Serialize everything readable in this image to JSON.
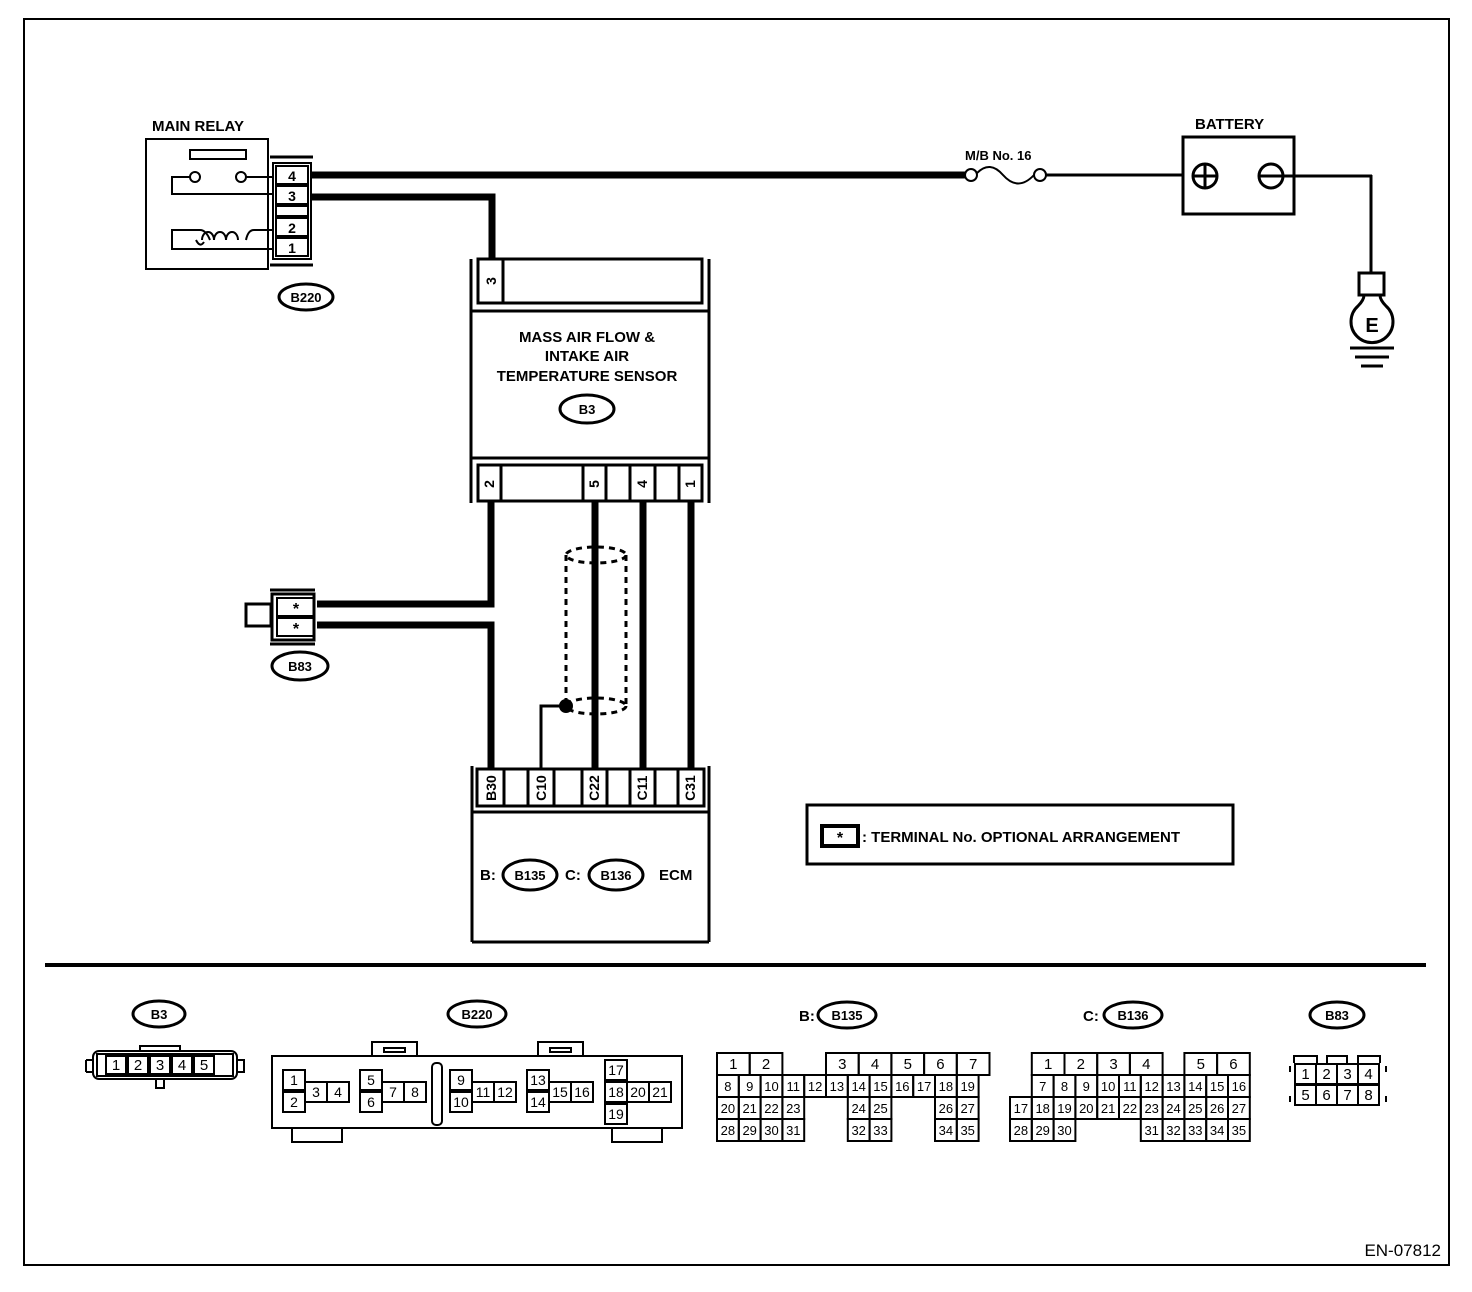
{
  "diagram": {
    "title": "Mass Air Flow & Intake Air Temperature Sensor wiring diagram",
    "figure_id": "EN-07812",
    "colors": {
      "line": "#000000",
      "background": "#ffffff"
    }
  },
  "main_relay": {
    "label": "MAIN RELAY",
    "connector": "B220",
    "pins": [
      "4",
      "3",
      "2",
      "1"
    ]
  },
  "fuse": {
    "label": "M/B No. 16"
  },
  "battery": {
    "label": "BATTERY",
    "positive_symbol": "+",
    "negative_symbol": "−"
  },
  "ground": {
    "label": "E"
  },
  "maf_sensor": {
    "label_lines": [
      "MASS AIR FLOW &",
      "INTAKE AIR",
      "TEMPERATURE SENSOR"
    ],
    "connector": "B3",
    "top_pins": [
      "3"
    ],
    "bottom_pins": [
      "2",
      "5",
      "4",
      "1"
    ]
  },
  "b83": {
    "connector": "B83",
    "pins": [
      "*",
      "*"
    ]
  },
  "ecm": {
    "label": "ECM",
    "connector_b_prefix": "B:",
    "connector_b": "B135",
    "connector_c_prefix": "C:",
    "connector_c": "B136",
    "pins": [
      "B30",
      "C10",
      "C22",
      "C11",
      "C31"
    ]
  },
  "legend": {
    "symbol": "*",
    "text": ": TERMINAL No. OPTIONAL ARRANGEMENT"
  },
  "connector_views": {
    "b3": {
      "label": "B3",
      "pins": [
        "1",
        "2",
        "3",
        "4",
        "5"
      ]
    },
    "b220": {
      "label": "B220",
      "pins": [
        "1",
        "2",
        "3",
        "4",
        "5",
        "6",
        "7",
        "8",
        "9",
        "10",
        "11",
        "12",
        "13",
        "14",
        "15",
        "16",
        "17",
        "18",
        "19",
        "20",
        "21"
      ]
    },
    "b135": {
      "prefix": "B:",
      "label": "B135",
      "rows": [
        [
          "1",
          "2",
          "",
          "3",
          "4",
          "5",
          "6",
          "7"
        ],
        [
          "8",
          "9",
          "10",
          "11",
          "12",
          "13",
          "14",
          "15",
          "16",
          "17",
          "18",
          "19"
        ],
        [
          "20",
          "21",
          "22",
          "23",
          "24",
          "25",
          "26",
          "27"
        ],
        [
          "28",
          "29",
          "30",
          "31",
          "32",
          "33",
          "34",
          "35"
        ]
      ]
    },
    "b136": {
      "prefix": "C:",
      "label": "B136",
      "rows": [
        [
          "1",
          "2",
          "3",
          "4",
          "5",
          "6"
        ],
        [
          "7",
          "8",
          "9",
          "10",
          "11",
          "12",
          "13",
          "14",
          "15",
          "16"
        ],
        [
          "17",
          "18",
          "19",
          "20",
          "21",
          "22",
          "23",
          "24",
          "25",
          "26",
          "27"
        ],
        [
          "28",
          "29",
          "30",
          "31",
          "32",
          "33",
          "34",
          "35"
        ]
      ]
    },
    "b83": {
      "label": "B83",
      "pins": [
        "1",
        "2",
        "3",
        "4",
        "5",
        "6",
        "7",
        "8"
      ]
    }
  }
}
